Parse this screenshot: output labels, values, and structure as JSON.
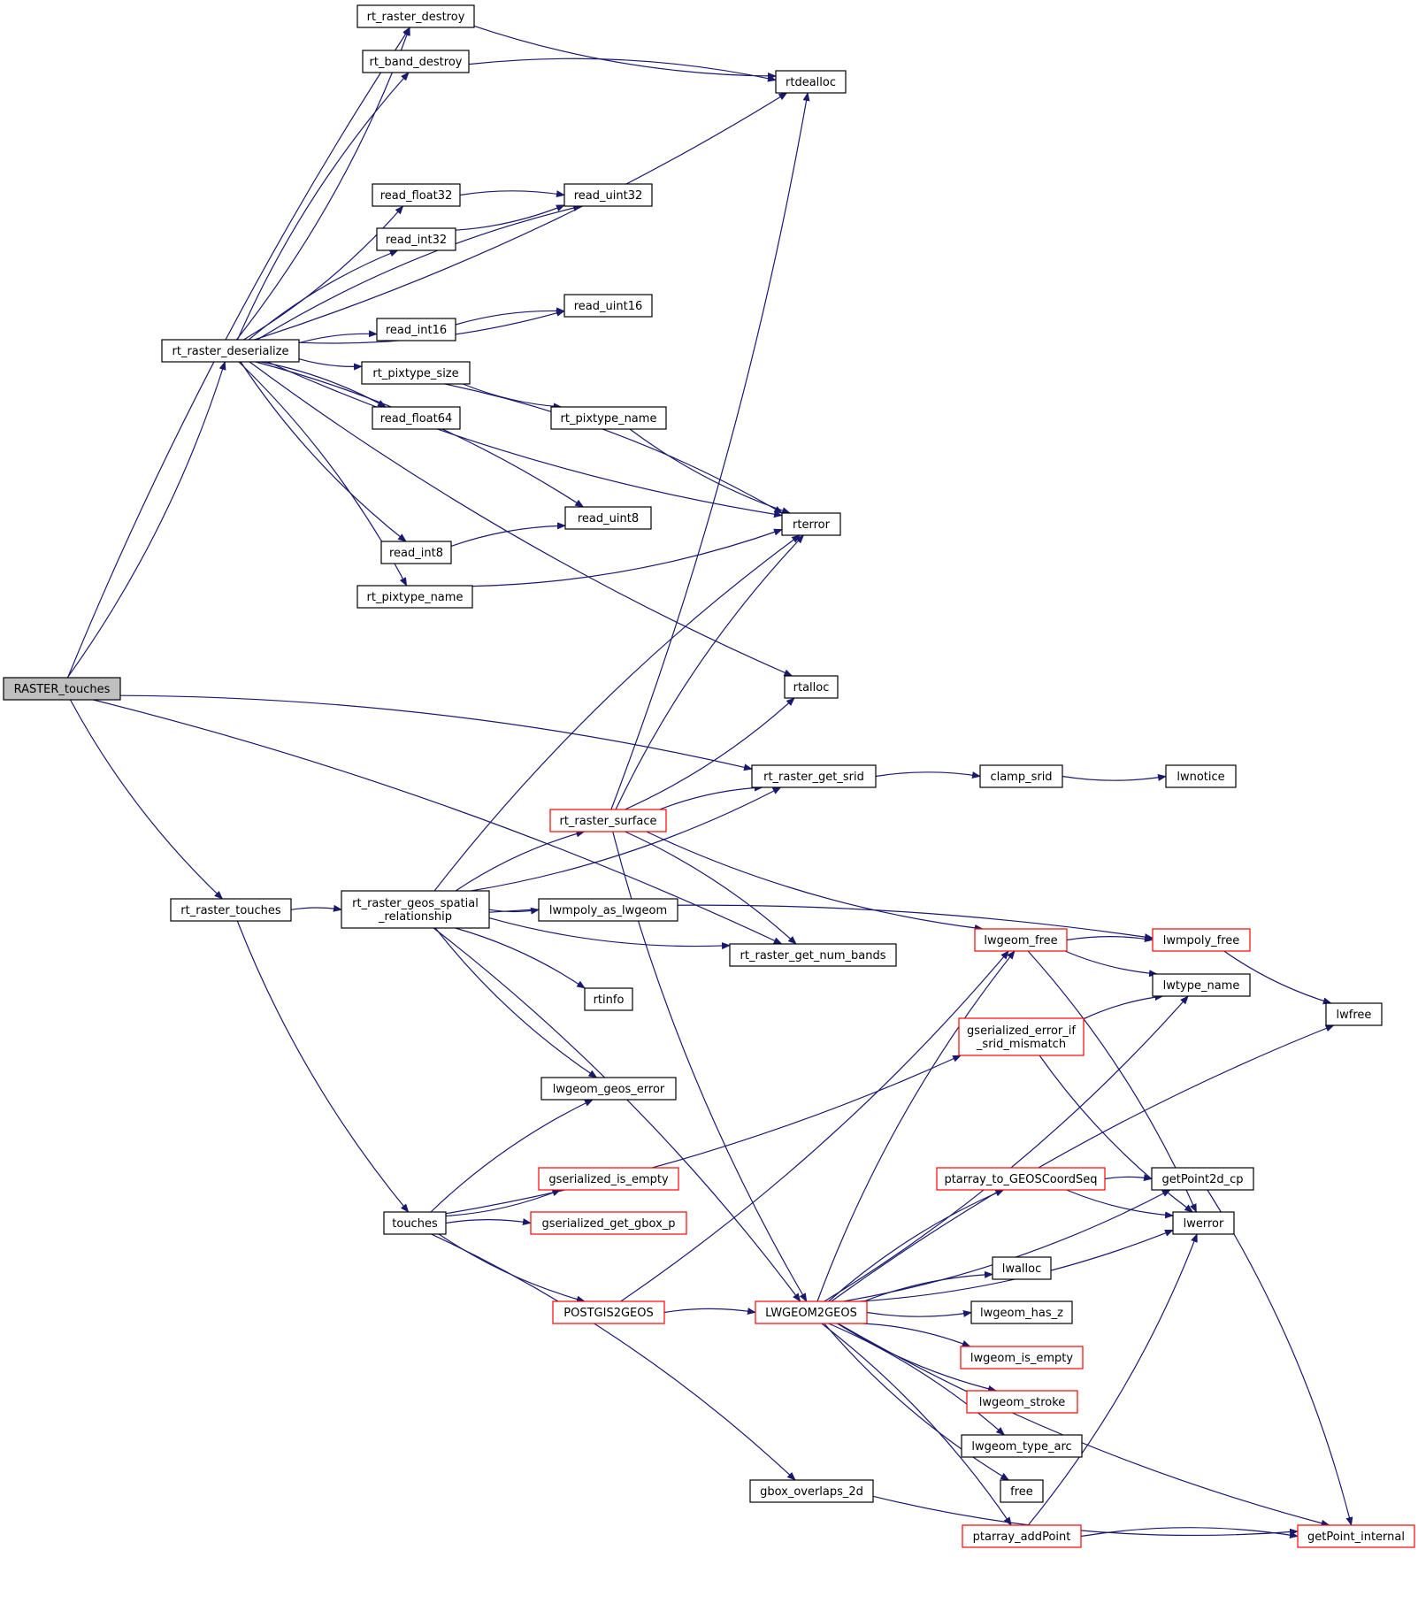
{
  "graph": {
    "colors": {
      "edge": "#191970",
      "border_default": "#000000",
      "border_truncated": "#ff0000",
      "fill_default": "#ffffff",
      "fill_root": "#bfbfbf"
    },
    "nodes": [
      {
        "id": "RASTER_touches",
        "lines": [
          "RASTER_touches"
        ],
        "style": "root"
      },
      {
        "id": "rt_raster_destroy",
        "lines": [
          "rt_raster_destroy"
        ],
        "style": "normal"
      },
      {
        "id": "rt_band_destroy",
        "lines": [
          "rt_band_destroy"
        ],
        "style": "normal"
      },
      {
        "id": "rtdealloc",
        "lines": [
          "rtdealloc"
        ],
        "style": "normal"
      },
      {
        "id": "read_float32",
        "lines": [
          "read_float32"
        ],
        "style": "normal"
      },
      {
        "id": "read_uint32",
        "lines": [
          "read_uint32"
        ],
        "style": "normal"
      },
      {
        "id": "read_int32",
        "lines": [
          "read_int32"
        ],
        "style": "normal"
      },
      {
        "id": "read_uint16",
        "lines": [
          "read_uint16"
        ],
        "style": "normal"
      },
      {
        "id": "read_int16",
        "lines": [
          "read_int16"
        ],
        "style": "normal"
      },
      {
        "id": "rt_raster_deserialize",
        "lines": [
          "rt_raster_deserialize"
        ],
        "style": "normal"
      },
      {
        "id": "rt_pixtype_size",
        "lines": [
          "rt_pixtype_size"
        ],
        "style": "normal"
      },
      {
        "id": "read_float64",
        "lines": [
          "read_float64"
        ],
        "style": "normal"
      },
      {
        "id": "rt_pixtype_name_a",
        "lines": [
          "rt_pixtype_name"
        ],
        "style": "normal"
      },
      {
        "id": "read_uint8",
        "lines": [
          "read_uint8"
        ],
        "style": "normal"
      },
      {
        "id": "rterror",
        "lines": [
          "rterror"
        ],
        "style": "normal"
      },
      {
        "id": "read_int8",
        "lines": [
          "read_int8"
        ],
        "style": "normal"
      },
      {
        "id": "rt_pixtype_name_b",
        "lines": [
          "rt_pixtype_name"
        ],
        "style": "normal"
      },
      {
        "id": "rtalloc",
        "lines": [
          "rtalloc"
        ],
        "style": "normal"
      },
      {
        "id": "rt_raster_get_srid",
        "lines": [
          "rt_raster_get_srid"
        ],
        "style": "normal"
      },
      {
        "id": "clamp_srid",
        "lines": [
          "clamp_srid"
        ],
        "style": "normal"
      },
      {
        "id": "lwnotice",
        "lines": [
          "lwnotice"
        ],
        "style": "normal"
      },
      {
        "id": "rt_raster_surface",
        "lines": [
          "rt_raster_surface"
        ],
        "style": "truncated"
      },
      {
        "id": "rt_raster_touches",
        "lines": [
          "rt_raster_touches"
        ],
        "style": "normal"
      },
      {
        "id": "rt_raster_geos_spatial_relationship",
        "lines": [
          "rt_raster_geos_spatial",
          "_relationship"
        ],
        "style": "normal"
      },
      {
        "id": "lwmpoly_as_lwgeom",
        "lines": [
          "lwmpoly_as_lwgeom"
        ],
        "style": "normal"
      },
      {
        "id": "lwgeom_free",
        "lines": [
          "lwgeom_free"
        ],
        "style": "truncated"
      },
      {
        "id": "lwmpoly_free",
        "lines": [
          "lwmpoly_free"
        ],
        "style": "truncated"
      },
      {
        "id": "rt_raster_get_num_bands",
        "lines": [
          "rt_raster_get_num_bands"
        ],
        "style": "normal"
      },
      {
        "id": "lwtype_name",
        "lines": [
          "lwtype_name"
        ],
        "style": "normal"
      },
      {
        "id": "rtinfo",
        "lines": [
          "rtinfo"
        ],
        "style": "normal"
      },
      {
        "id": "lwfree",
        "lines": [
          "lwfree"
        ],
        "style": "normal"
      },
      {
        "id": "gserialized_error_if_srid_mismatch",
        "lines": [
          "gserialized_error_if",
          "_srid_mismatch"
        ],
        "style": "truncated"
      },
      {
        "id": "lwgeom_geos_error",
        "lines": [
          "lwgeom_geos_error"
        ],
        "style": "normal"
      },
      {
        "id": "gserialized_is_empty",
        "lines": [
          "gserialized_is_empty"
        ],
        "style": "truncated"
      },
      {
        "id": "ptarray_to_GEOSCoordSeq",
        "lines": [
          "ptarray_to_GEOSCoordSeq"
        ],
        "style": "truncated"
      },
      {
        "id": "getPoint2d_cp",
        "lines": [
          "getPoint2d_cp"
        ],
        "style": "normal"
      },
      {
        "id": "touches",
        "lines": [
          "touches"
        ],
        "style": "normal"
      },
      {
        "id": "gserialized_get_gbox_p",
        "lines": [
          "gserialized_get_gbox_p"
        ],
        "style": "truncated"
      },
      {
        "id": "lwerror",
        "lines": [
          "lwerror"
        ],
        "style": "normal"
      },
      {
        "id": "lwalloc",
        "lines": [
          "lwalloc"
        ],
        "style": "normal"
      },
      {
        "id": "POSTGIS2GEOS",
        "lines": [
          "POSTGIS2GEOS"
        ],
        "style": "truncated"
      },
      {
        "id": "LWGEOM2GEOS",
        "lines": [
          "LWGEOM2GEOS"
        ],
        "style": "truncated"
      },
      {
        "id": "lwgeom_has_z",
        "lines": [
          "lwgeom_has_z"
        ],
        "style": "normal"
      },
      {
        "id": "lwgeom_is_empty",
        "lines": [
          "lwgeom_is_empty"
        ],
        "style": "truncated"
      },
      {
        "id": "lwgeom_stroke",
        "lines": [
          "lwgeom_stroke"
        ],
        "style": "truncated"
      },
      {
        "id": "lwgeom_type_arc",
        "lines": [
          "lwgeom_type_arc"
        ],
        "style": "normal"
      },
      {
        "id": "gbox_overlaps_2d",
        "lines": [
          "gbox_overlaps_2d"
        ],
        "style": "normal"
      },
      {
        "id": "free",
        "lines": [
          "free"
        ],
        "style": "normal"
      },
      {
        "id": "ptarray_addPoint",
        "lines": [
          "ptarray_addPoint"
        ],
        "style": "truncated"
      },
      {
        "id": "getPoint_internal",
        "lines": [
          "getPoint_internal"
        ],
        "style": "truncated"
      }
    ],
    "edges": [
      [
        "RASTER_touches",
        "rt_raster_destroy"
      ],
      [
        "RASTER_touches",
        "rt_raster_deserialize"
      ],
      [
        "RASTER_touches",
        "rt_raster_get_srid"
      ],
      [
        "RASTER_touches",
        "rt_raster_touches"
      ],
      [
        "RASTER_touches",
        "rt_raster_get_num_bands"
      ],
      [
        "rt_raster_destroy",
        "rtdealloc"
      ],
      [
        "rt_band_destroy",
        "rtdealloc"
      ],
      [
        "rt_raster_deserialize",
        "rt_raster_destroy"
      ],
      [
        "rt_raster_deserialize",
        "rt_band_destroy"
      ],
      [
        "rt_raster_deserialize",
        "rtdealloc"
      ],
      [
        "rt_raster_deserialize",
        "read_uint32"
      ],
      [
        "rt_raster_deserialize",
        "read_float32"
      ],
      [
        "rt_raster_deserialize",
        "read_int32"
      ],
      [
        "rt_raster_deserialize",
        "read_uint16"
      ],
      [
        "rt_raster_deserialize",
        "read_int16"
      ],
      [
        "rt_raster_deserialize",
        "rt_pixtype_size"
      ],
      [
        "rt_raster_deserialize",
        "read_float64"
      ],
      [
        "rt_raster_deserialize",
        "rterror"
      ],
      [
        "rt_raster_deserialize",
        "read_uint8"
      ],
      [
        "rt_raster_deserialize",
        "read_int8"
      ],
      [
        "rt_raster_deserialize",
        "rt_pixtype_name_b"
      ],
      [
        "rt_raster_deserialize",
        "rtalloc"
      ],
      [
        "read_float32",
        "read_uint32"
      ],
      [
        "read_int32",
        "read_uint32"
      ],
      [
        "read_int16",
        "read_uint16"
      ],
      [
        "rt_pixtype_size",
        "rt_pixtype_name_a"
      ],
      [
        "rt_pixtype_size",
        "rterror"
      ],
      [
        "rt_pixtype_name_a",
        "rterror"
      ],
      [
        "read_int8",
        "read_uint8"
      ],
      [
        "rt_pixtype_name_b",
        "rterror"
      ],
      [
        "rt_raster_get_srid",
        "clamp_srid"
      ],
      [
        "clamp_srid",
        "lwnotice"
      ],
      [
        "rt_raster_touches",
        "rt_raster_geos_spatial_relationship"
      ],
      [
        "rt_raster_touches",
        "touches"
      ],
      [
        "rt_raster_geos_spatial_relationship",
        "rterror"
      ],
      [
        "rt_raster_geos_spatial_relationship",
        "rt_raster_get_srid"
      ],
      [
        "rt_raster_geos_spatial_relationship",
        "rt_raster_surface"
      ],
      [
        "rt_raster_geos_spatial_relationship",
        "lwmpoly_as_lwgeom"
      ],
      [
        "rt_raster_geos_spatial_relationship",
        "lwmpoly_free"
      ],
      [
        "rt_raster_geos_spatial_relationship",
        "rt_raster_get_num_bands"
      ],
      [
        "rt_raster_geos_spatial_relationship",
        "rtinfo"
      ],
      [
        "rt_raster_geos_spatial_relationship",
        "lwgeom_geos_error"
      ],
      [
        "rt_raster_geos_spatial_relationship",
        "LWGEOM2GEOS"
      ],
      [
        "rt_raster_surface",
        "rtdealloc"
      ],
      [
        "rt_raster_surface",
        "rterror"
      ],
      [
        "rt_raster_surface",
        "rtalloc"
      ],
      [
        "rt_raster_surface",
        "rt_raster_get_srid"
      ],
      [
        "rt_raster_surface",
        "lwgeom_free"
      ],
      [
        "rt_raster_surface",
        "rt_raster_get_num_bands"
      ],
      [
        "rt_raster_surface",
        "LWGEOM2GEOS"
      ],
      [
        "lwgeom_free",
        "lwmpoly_free"
      ],
      [
        "lwgeom_free",
        "lwtype_name"
      ],
      [
        "lwgeom_free",
        "lwerror"
      ],
      [
        "lwmpoly_free",
        "lwfree"
      ],
      [
        "gserialized_error_if_srid_mismatch",
        "lwtype_name"
      ],
      [
        "gserialized_error_if_srid_mismatch",
        "lwerror"
      ],
      [
        "touches",
        "lwgeom_geos_error"
      ],
      [
        "touches",
        "gserialized_is_empty"
      ],
      [
        "touches",
        "gserialized_get_gbox_p"
      ],
      [
        "touches",
        "POSTGIS2GEOS"
      ],
      [
        "touches",
        "gbox_overlaps_2d"
      ],
      [
        "touches",
        "gserialized_error_if_srid_mismatch"
      ],
      [
        "POSTGIS2GEOS",
        "LWGEOM2GEOS"
      ],
      [
        "POSTGIS2GEOS",
        "lwgeom_free"
      ],
      [
        "LWGEOM2GEOS",
        "lwgeom_free"
      ],
      [
        "LWGEOM2GEOS",
        "lwtype_name"
      ],
      [
        "LWGEOM2GEOS",
        "lwfree"
      ],
      [
        "LWGEOM2GEOS",
        "getPoint2d_cp"
      ],
      [
        "LWGEOM2GEOS",
        "ptarray_to_GEOSCoordSeq"
      ],
      [
        "LWGEOM2GEOS",
        "lwerror"
      ],
      [
        "LWGEOM2GEOS",
        "lwalloc"
      ],
      [
        "LWGEOM2GEOS",
        "lwgeom_has_z"
      ],
      [
        "LWGEOM2GEOS",
        "lwgeom_is_empty"
      ],
      [
        "LWGEOM2GEOS",
        "lwgeom_stroke"
      ],
      [
        "LWGEOM2GEOS",
        "lwgeom_type_arc"
      ],
      [
        "LWGEOM2GEOS",
        "free"
      ],
      [
        "LWGEOM2GEOS",
        "ptarray_addPoint"
      ],
      [
        "LWGEOM2GEOS",
        "getPoint_internal"
      ],
      [
        "ptarray_to_GEOSCoordSeq",
        "getPoint2d_cp"
      ],
      [
        "ptarray_to_GEOSCoordSeq",
        "lwerror"
      ],
      [
        "getPoint2d_cp",
        "getPoint_internal"
      ],
      [
        "ptarray_addPoint",
        "lwerror"
      ],
      [
        "ptarray_addPoint",
        "getPoint_internal"
      ],
      [
        "gbox_overlaps_2d",
        "getPoint_internal"
      ]
    ]
  }
}
